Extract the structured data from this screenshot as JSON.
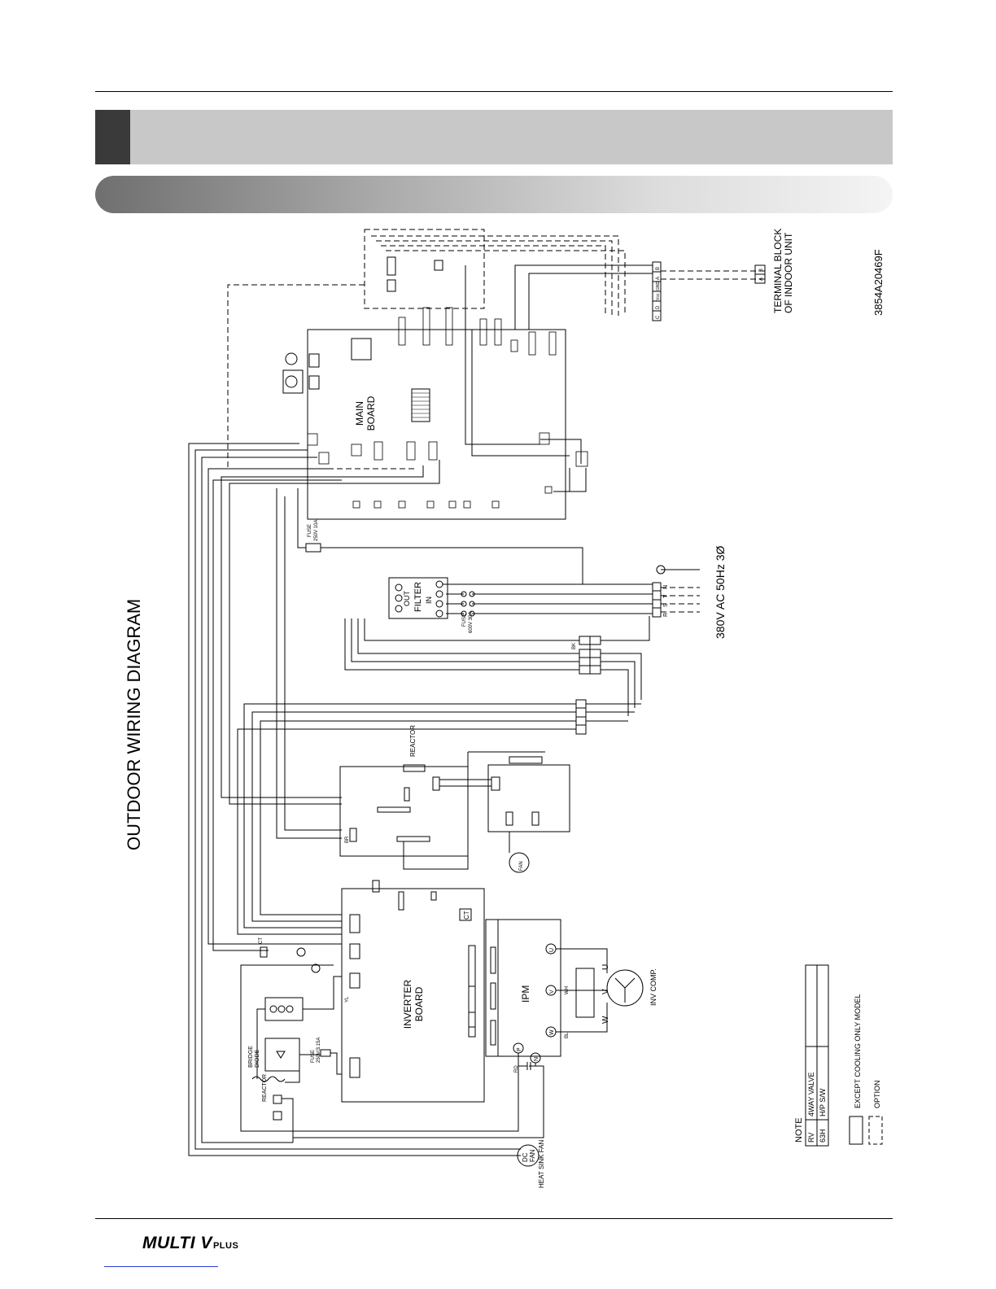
{
  "diagram": {
    "title": "OUTDOOR WIRING DIAGRAM",
    "drawing_number": "3854A20469F",
    "terminal_block_label": [
      "TERMINAL BLOCK",
      "OF INDOOR UNIT"
    ],
    "power_supply": "380V AC 50Hz 3Ø",
    "main_board_label": [
      "MAIN",
      "BOARD"
    ],
    "inverter_board_label": [
      "INVERTER",
      "BOARD"
    ],
    "filter_label": "FILTER",
    "filter_in": "IN",
    "filter_out": "OUT",
    "ipm_label": "IPM",
    "fan_label": "FAN",
    "inv_comp_label": "INV COMP.",
    "reactor_label": "REACTOR",
    "bridge_label": [
      "BRIDGE",
      "DIODE"
    ],
    "heat_sink_fan": [
      "DC",
      "FAN"
    ],
    "heat_sink_label": "HEAT SINK FAN",
    "ct_label": "CT",
    "fuse_filter": [
      "FUSE",
      "600V 30A"
    ],
    "fuse_main": [
      "FUSE",
      "250V 10A"
    ],
    "fuse_inverter": [
      "FUSE",
      "250V/3.15A"
    ],
    "terminals_power": [
      "R",
      "S",
      "T",
      "N"
    ],
    "terminals_indoor": [
      "A",
      "B"
    ],
    "terminals_comm": [
      "C",
      "D",
      "Vcc",
      "GND",
      "A",
      "B"
    ],
    "phase_labels": [
      "U",
      "V",
      "W"
    ],
    "ipm_terminals": [
      "P",
      "N"
    ],
    "wire_colors": [
      "RD",
      "BK",
      "WH",
      "BL",
      "YL",
      "BR"
    ]
  },
  "note": {
    "heading": "NOTE",
    "rows": [
      {
        "code": "RV",
        "desc": "4WAY VALVE"
      },
      {
        "code": "63H",
        "desc": "H/P S/W"
      }
    ],
    "legend_solid": "EXCEPT COOLING ONLY MODEL",
    "legend_dashed": "OPTION"
  },
  "footer": {
    "brand_main": "MULTI V",
    "brand_suffix": "PLUS"
  }
}
